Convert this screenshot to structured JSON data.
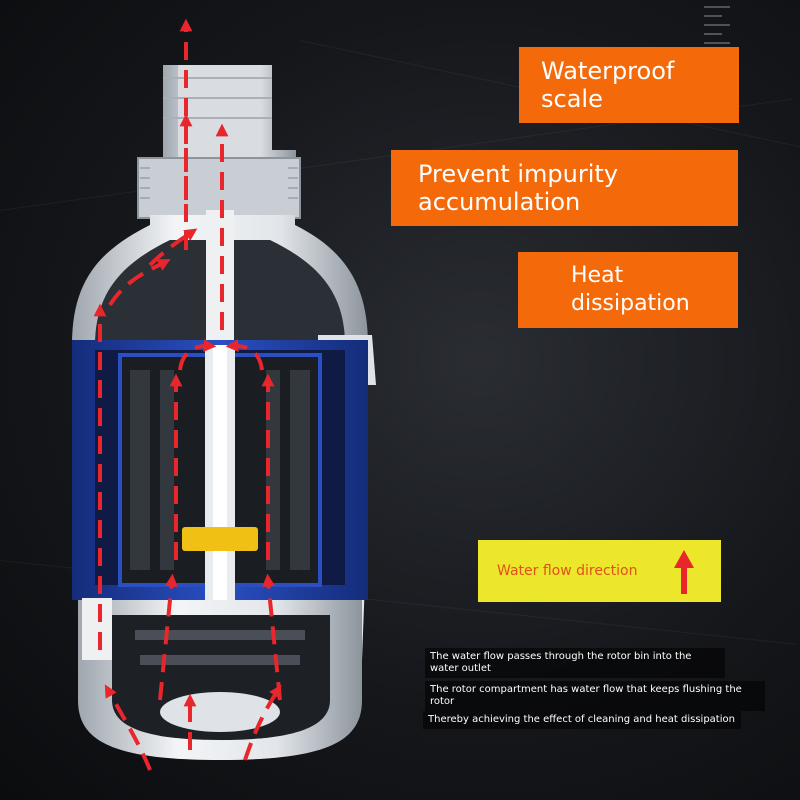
{
  "labels": {
    "waterproof": "Waterproof scale",
    "impurity": "Prevent impurity accumulation",
    "heat": "Heat dissipation"
  },
  "legend": {
    "text": "Water flow direction",
    "arrow_color": "#e8262b",
    "background": "#ece72a"
  },
  "notes": [
    "The water flow passes through the rotor bin into the water outlet",
    "The rotor compartment has water flow that keeps flushing the rotor",
    "Thereby achieving the effect of cleaning and heat dissipation"
  ],
  "colors": {
    "accent_orange": "#f46a0a",
    "pump_blue": "#1f3fa6",
    "flow_arrow_red": "#e8262b"
  },
  "icons": [
    "scale-icon",
    "flow-arrow-icon"
  ]
}
